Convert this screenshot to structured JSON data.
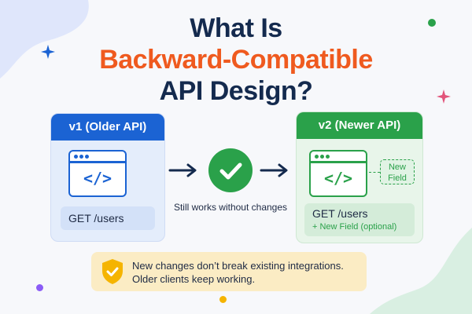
{
  "title": {
    "line1": "What Is",
    "line2": "Backward-Compatible",
    "line3": "API Design?"
  },
  "v1": {
    "header": "v1 (Older API)",
    "code_glyph": "</>",
    "endpoint": "GET /users"
  },
  "v2": {
    "header": "v2 (Newer API)",
    "code_glyph": "</>",
    "new_field_tag": "New Field",
    "endpoint": "GET /users",
    "endpoint_extra": "+ New Field (optional)"
  },
  "flow": {
    "still_works": "Still works without changes"
  },
  "note": {
    "line1": "New changes don’t break existing integrations.",
    "line2": "Older clients keep working."
  },
  "colors": {
    "blue": "#1b63d3",
    "green": "#2aa14a",
    "orange": "#ef5a1f",
    "navy": "#142a4e",
    "note_bg": "#fbecc4"
  },
  "icons": [
    "sparkle-icon",
    "code-window-icon",
    "arrow-right-icon",
    "checkmark-icon",
    "shield-check-icon"
  ]
}
